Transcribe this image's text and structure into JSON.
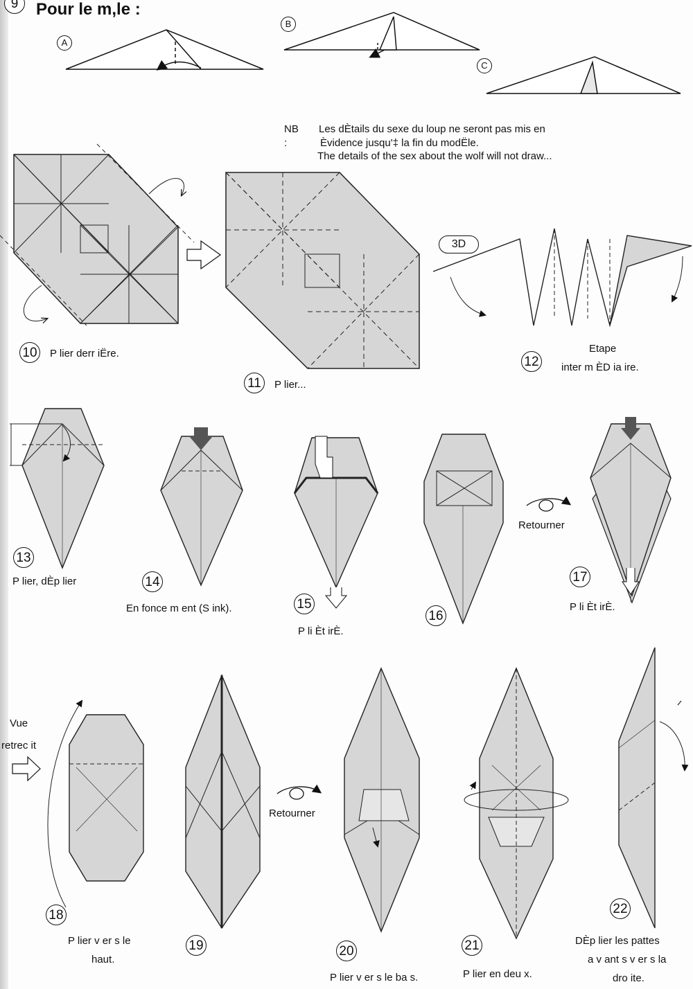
{
  "header": {
    "step_number": "9",
    "title": "Pour le m,le :"
  },
  "sub_views": [
    "A",
    "B",
    "C"
  ],
  "note": {
    "label": "NB :",
    "lines": [
      "Les dÈtails du sexe du loup ne seront pas mis en",
      "Èvidence jusqu'‡ la fin du modËle.",
      "The details of the sex about the wolf will not draw..."
    ]
  },
  "badge_3d": "3D",
  "steps": [
    {
      "num": "10",
      "text": "P lier derr  iËre."
    },
    {
      "num": "11",
      "text": "P lier..."
    },
    {
      "num": "12",
      "text": [
        "Etape",
        "inter m ÈD ia ire."
      ]
    },
    {
      "num": "13",
      "text": "P lier, dÈp  lier"
    },
    {
      "num": "14",
      "text": "En fonce  m ent (S   ink)."
    },
    {
      "num": "15",
      "text": "P li  Èt irÈ."
    },
    {
      "num": "16",
      "text": ""
    },
    {
      "num": "17",
      "text": "P li  Èt irÈ."
    },
    {
      "num": "18",
      "text": [
        "P lier  v er s  le",
        "haut."
      ]
    },
    {
      "num": "19",
      "text": ""
    },
    {
      "num": "20",
      "text": "P lier  v er s  le ba  s."
    },
    {
      "num": "21",
      "text": "P lier en deu    x."
    },
    {
      "num": "22",
      "text": [
        "DÈp  lier  les pattes",
        "a v ant s  v er s  la",
        "dro ite."
      ]
    }
  ],
  "retourner_labels": [
    "Retourner",
    "Retourner"
  ],
  "side_view_label": [
    "Vue",
    "retrec    it"
  ],
  "colors": {
    "paper": "#d6d6d6",
    "line": "#111111",
    "page": "#fdfdfd"
  }
}
